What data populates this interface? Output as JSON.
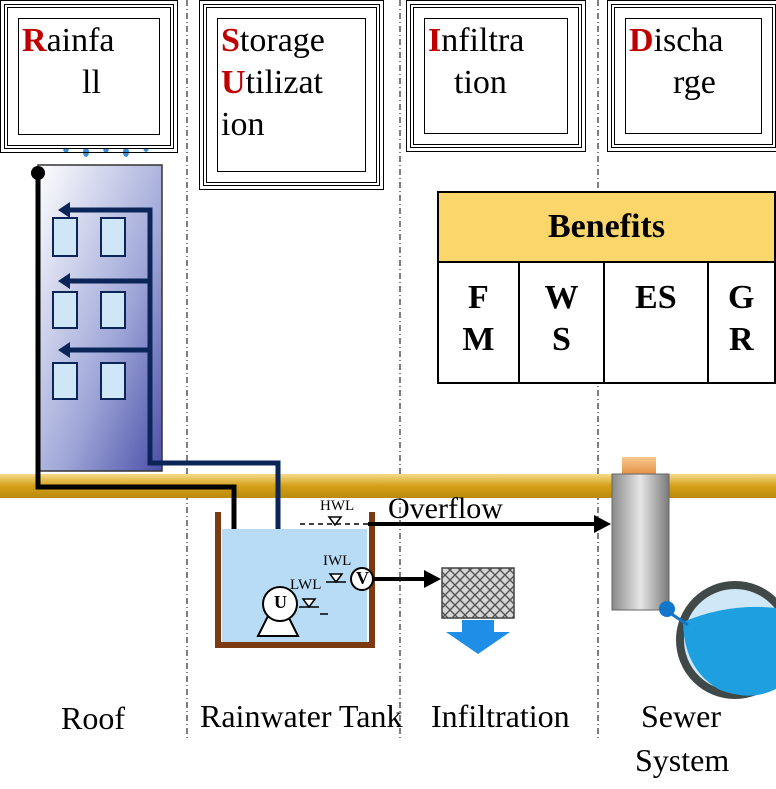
{
  "header": {
    "rainfall": {
      "initial": "R",
      "rest": "ainfa",
      "rest2": "ll"
    },
    "storage": {
      "initial1": "S",
      "rest1": "torage",
      "initial2": "U",
      "rest2": "tilizat",
      "rest3": "ion"
    },
    "infiltration": {
      "initial": "I",
      "rest": "nfiltra",
      "rest2": "tion"
    },
    "discharge": {
      "initial": "D",
      "rest": "ischa",
      "rest2": "rge"
    }
  },
  "benefits": {
    "title": "Benefits",
    "cells": [
      {
        "line1": "F",
        "line2": "M"
      },
      {
        "line1": "W",
        "line2": "S"
      },
      {
        "line1": "ES",
        "line2": ""
      },
      {
        "line1": "G",
        "line2": "R"
      }
    ]
  },
  "tank_labels": {
    "hwl": "HWL",
    "iwl": "IWL",
    "lwl": "LWL",
    "pump": "U",
    "valve": "V",
    "overflow": "Overflow"
  },
  "bottom_labels": {
    "roof": "Roof",
    "tank": "Rainwater Tank",
    "infiltration": "Infiltration",
    "sewer1": "Sewer",
    "sewer2": "System"
  },
  "colors": {
    "accent_initial": "#c00000",
    "benefits_header": "#fbd76b",
    "ground": "#d4a017",
    "water": "#b8dcf5",
    "pipe": "#0b2559",
    "tank_wall": "#7b3a12"
  }
}
